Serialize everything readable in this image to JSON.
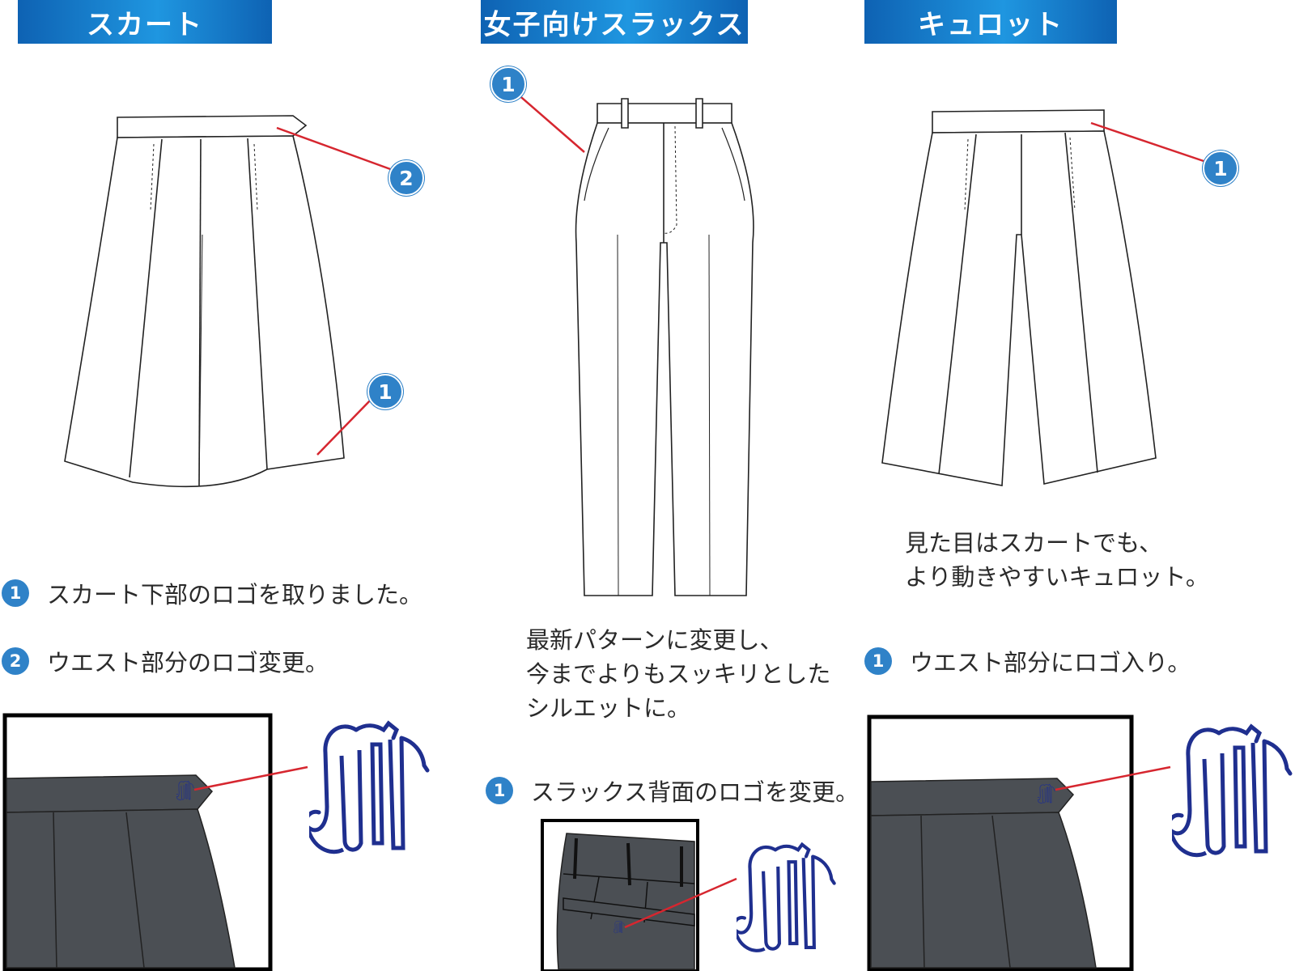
{
  "sections": {
    "skirt": {
      "title": "スカート",
      "markers": [
        "2",
        "1"
      ],
      "notes": [
        {
          "num": "1",
          "text": "スカート下部のロゴを取りました。"
        },
        {
          "num": "2",
          "text": "ウエスト部分のロゴ変更。"
        }
      ]
    },
    "slacks": {
      "title": "女子向けスラックス",
      "markers": [
        "1"
      ],
      "description": [
        "最新パターンに変更し、",
        "今までよりもスッキリとした",
        "シルエットに。"
      ],
      "notes": [
        {
          "num": "1",
          "text": "スラックス背面のロゴを変更。"
        }
      ]
    },
    "culottes": {
      "title": "キュロット",
      "markers": [
        "1"
      ],
      "description": [
        "見た目はスカートでも、",
        "より動きやすいキュロット。"
      ],
      "notes": [
        {
          "num": "1",
          "text": "ウエスト部分にロゴ入り。"
        }
      ]
    }
  },
  "colors": {
    "header_start": "#0e62b3",
    "header_mid": "#1f96e0",
    "marker": "#2f82c8",
    "leader_line": "#d6262f",
    "fabric": "#4b4f54",
    "logo_outline": "#1f2f8f"
  },
  "icons": [
    "school-logo-icon"
  ]
}
